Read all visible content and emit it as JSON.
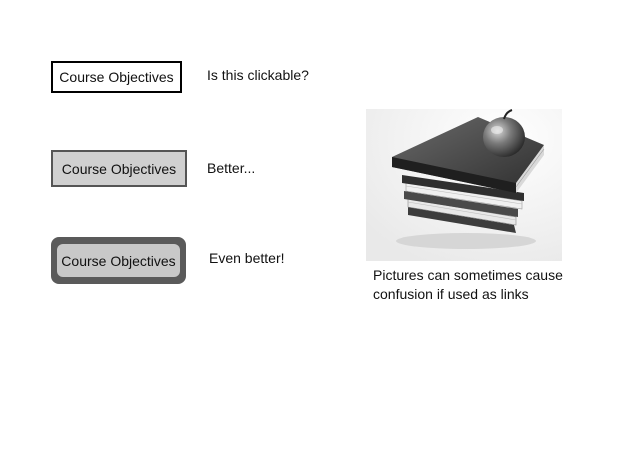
{
  "examples": [
    {
      "button_label": "Course Objectives",
      "caption": "Is this clickable?"
    },
    {
      "button_label": "Course Objectives",
      "caption": "Better..."
    },
    {
      "button_label": "Course Objectives",
      "caption": "Even better!"
    }
  ],
  "picture": {
    "caption_line_1": "Pictures can sometimes cause",
    "caption_line_2": "confusion if used as links"
  },
  "colors": {
    "background": "#ffffff",
    "button_plain_border": "#000000",
    "button_gray_fill": "#d0d0d0",
    "button_dark_frame": "#5a5a5a"
  }
}
